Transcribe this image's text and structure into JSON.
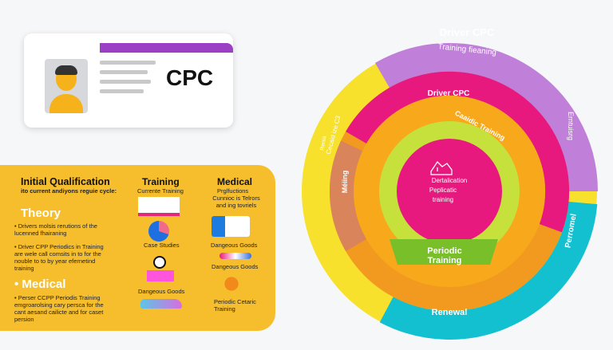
{
  "card": {
    "label": "CPC"
  },
  "panel": {
    "initial": {
      "title": "Initial Qualification",
      "subtitle": "ito current andiyons reguie cycle:"
    },
    "theory": {
      "title": "Theory",
      "bullets": [
        "Drivers molsis rerutions of the lucenned fhairaning",
        "Driver CPP Periodics in Training are wele call comsits in to for the nouble to to by year efernetind training"
      ]
    },
    "medical": {
      "title": "Medical",
      "bullets": [
        "Perser CCPP Periodis Training emgroarolsing cary persca for the cant aesand cailicte and for caset persion"
      ]
    },
    "training": {
      "title": "Training",
      "subtitle": "Currente Training",
      "items": [
        "Case Studies",
        "Dangeous Goods"
      ]
    },
    "medical_col": {
      "title": "Medical",
      "subtitle": "Prglfuctions",
      "note": "Cunnioc is Telrors and ing tovriels",
      "items": [
        "Dangeous Goods",
        "Dangeous Goods",
        "Periodic Cetaric Training"
      ]
    }
  },
  "wheel": {
    "outer_top": "Driver CPC",
    "outer_top_sub": "Training fieaning",
    "outer_right": "Erntuisrg",
    "outer_right_low": "Perromel",
    "outer_bottom": "Renewal",
    "ring_top": "Driver CPC",
    "ring_arc": "Caaidic Training",
    "ring_left_1": "Renia",
    "ring_left_2": "Cecaid ize C3",
    "ring_left_3": "Méiing",
    "tab": [
      "Periodic",
      "Training"
    ],
    "center": [
      "Dertalication",
      "Peplicatic",
      "training"
    ],
    "colors": {
      "yellow": "#f7e12c",
      "purple": "#c07fd9",
      "cyan": "#12c0cf",
      "pink": "#e8197e",
      "orange": "#f7a21b",
      "lime": "#c6e13c",
      "green": "#78bf2a"
    }
  }
}
